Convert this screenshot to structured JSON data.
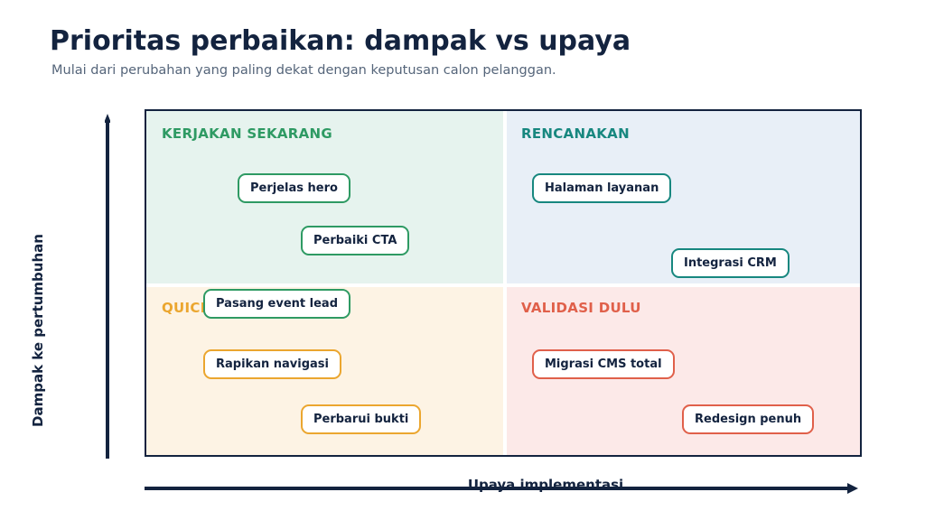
{
  "header": {
    "title": "Prioritas perbaikan: dampak vs upaya",
    "subtitle": "Mulai dari perubahan yang paling dekat dengan keputusan calon pelanggan."
  },
  "axes": {
    "y_label": "Dampak ke pertumbuhan",
    "x_label": "Upaya implementasi"
  },
  "quadrants": {
    "top_left": {
      "label": "KERJAKAN SEKARANG",
      "color": "#2e9a63",
      "bg": "#e6f3ee"
    },
    "top_right": {
      "label": "RENCANAKAN",
      "color": "#17877f",
      "bg": "#e8eff7"
    },
    "bottom_left": {
      "label": "QUICK WIN",
      "color": "#eba62f",
      "bg": "#fdf3e4"
    },
    "bottom_right": {
      "label": "VALIDASI DULU",
      "color": "#e0604a",
      "bg": "#fce9e8"
    }
  },
  "items": {
    "perjelas_hero": "Perjelas hero",
    "perbaiki_cta": "Perbaiki CTA",
    "halaman_layanan": "Halaman layanan",
    "integrasi_crm": "Integrasi CRM",
    "pasang_event_lead": "Pasang event lead",
    "rapikan_navigasi": "Rapikan navigasi",
    "perbarui_bukti": "Perbarui bukti",
    "migrasi_cms_total": "Migrasi CMS total",
    "redesign_penuh": "Redesign penuh"
  },
  "colors": {
    "axis": "#13233f"
  }
}
